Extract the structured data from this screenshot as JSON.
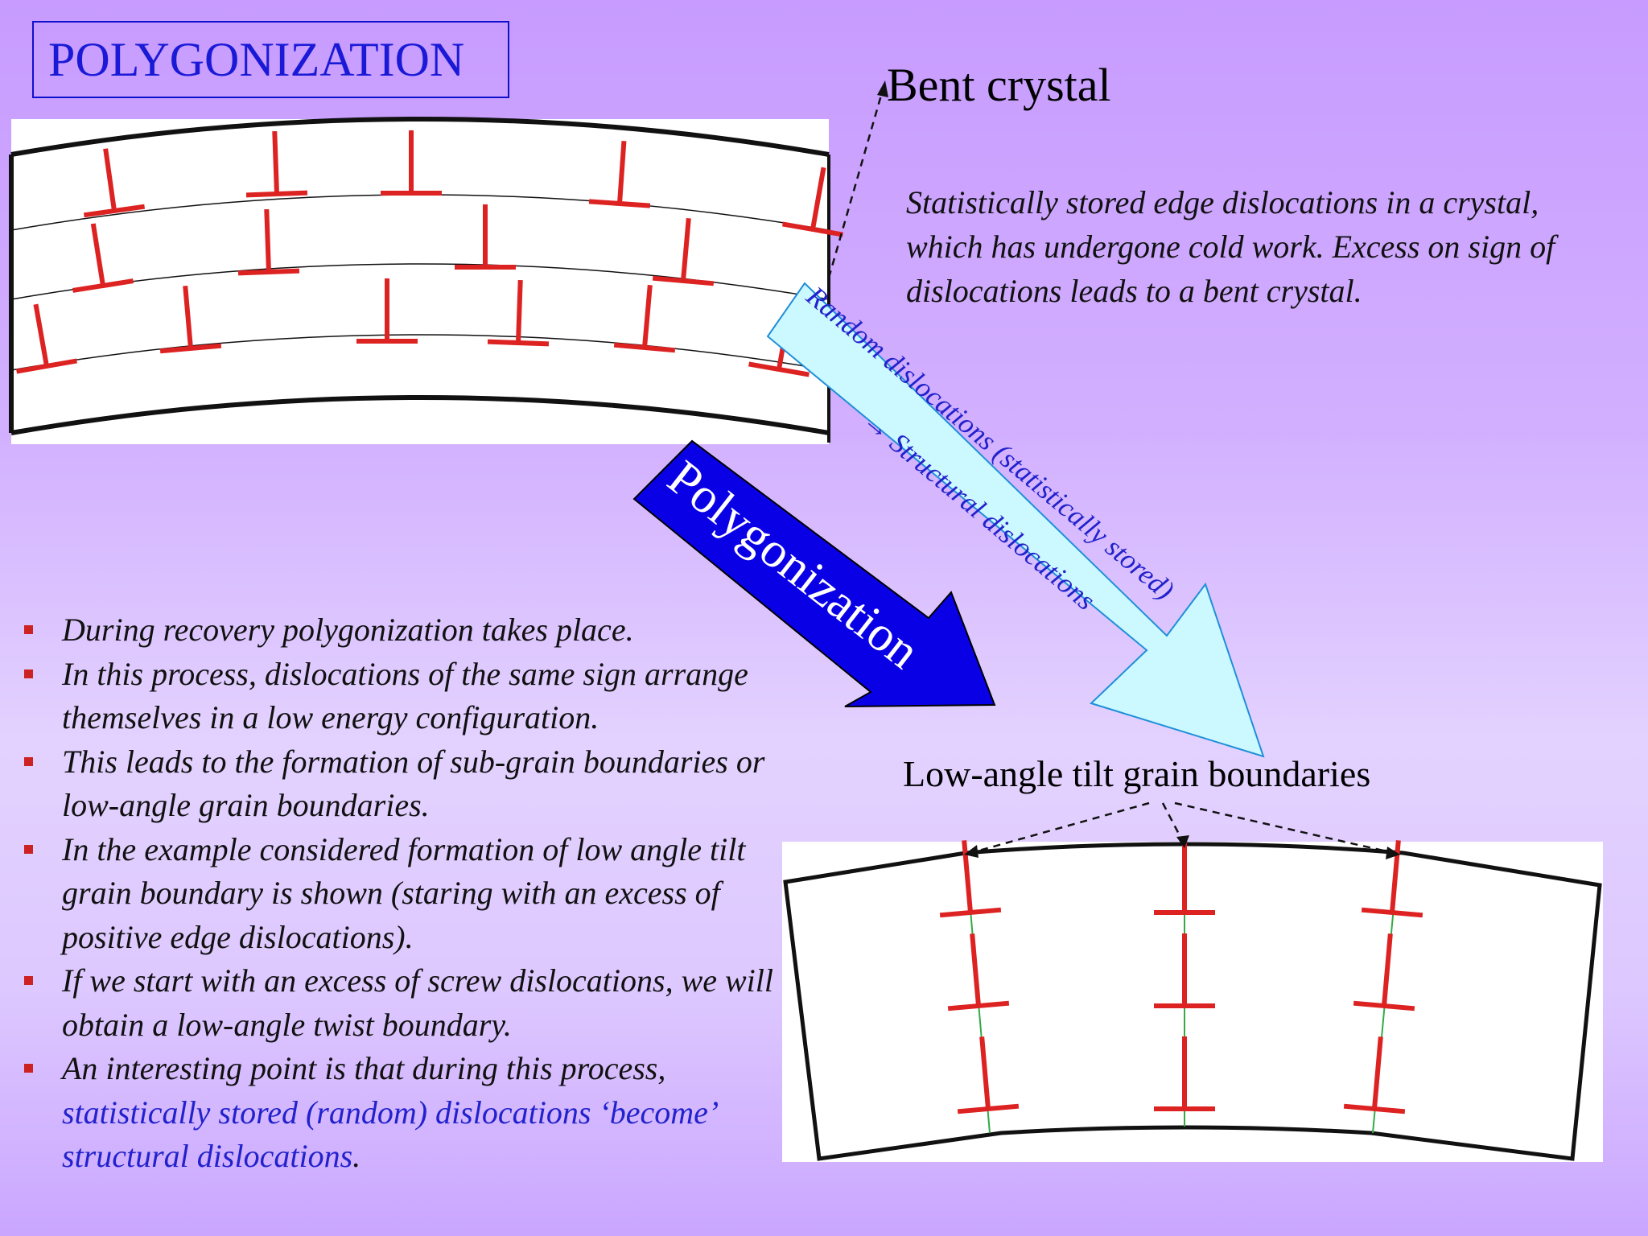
{
  "title": "POLYGONIZATION",
  "bent_crystal_label": "Bent crystal",
  "bent_crystal_description": "Statistically stored edge dislocations in a crystal, which has undergone cold work. Excess on sign of dislocations leads to a bent crystal.",
  "polygonization_arrow_label": "Polygonization",
  "random_arrow_line1": "Random dislocations (statistically stored)",
  "random_arrow_line2": "→ Structural dislocations",
  "low_angle_label": "Low-angle tilt grain boundaries",
  "bullets": [
    {
      "text": "During recovery polygonization takes place."
    },
    {
      "text": "In this process, dislocations of the same sign arrange themselves in a low energy configuration."
    },
    {
      "text": "This leads to the formation of sub-grain boundaries or low-angle grain boundaries."
    },
    {
      "text": "In the example considered formation of low angle tilt grain boundary is shown (staring with an excess of positive edge dislocations)."
    },
    {
      "text": "If we start with an excess of screw dislocations, we will obtain a low-angle twist boundary."
    },
    {
      "text": "An interesting point is that during this process, ",
      "highlight": "statistically stored (random) dislocations ‘become’ structural dislocations",
      "end": "."
    }
  ],
  "colors": {
    "title_text": "#1a1ad6",
    "dislocation": "#dd2222",
    "polygonization_arrow": "#0a00e6",
    "random_arrow_fill": "#ccf8ff",
    "random_arrow_text": "#2222cc",
    "bullet_marker": "#cc2222",
    "highlight_text": "#2222cc"
  }
}
